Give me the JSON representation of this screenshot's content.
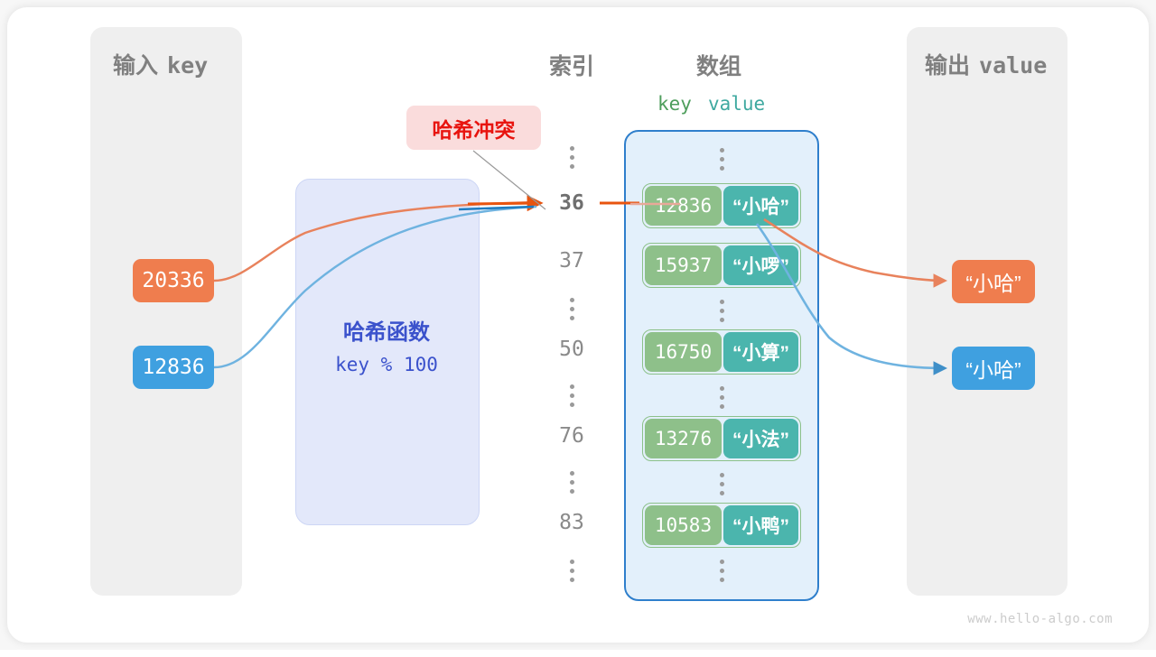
{
  "watermark": "www.hello-algo.com",
  "panels": {
    "input": {
      "title_cn": "输入",
      "title_mono": "key"
    },
    "output": {
      "title_cn": "输出",
      "title_mono": "value"
    }
  },
  "columns": {
    "index_caption": "索引",
    "array_caption": "数组",
    "key_caption": "key",
    "value_caption": "value"
  },
  "collision": {
    "label": "哈希冲突",
    "color": "#e8140f",
    "bg": "#fadcdc"
  },
  "hash_function": {
    "title": "哈希函数",
    "expression": "key % 100",
    "color": "#3b52cc",
    "bg": "#e3e8fa"
  },
  "inputs": [
    {
      "value": "20336",
      "color": "#ef7d4e",
      "theme": "orange"
    },
    {
      "value": "12836",
      "color": "#3fa0e0",
      "theme": "blue"
    }
  ],
  "outputs": [
    {
      "value": "“小哈”",
      "color": "#ef7d4e",
      "theme": "orange"
    },
    {
      "value": "“小哈”",
      "color": "#3fa0e0",
      "theme": "blue"
    }
  ],
  "indices": [
    {
      "label": "36",
      "highlight": true
    },
    {
      "label": "37",
      "highlight": false
    },
    {
      "label": "50",
      "highlight": false
    },
    {
      "label": "76",
      "highlight": false
    },
    {
      "label": "83",
      "highlight": false
    }
  ],
  "buckets": [
    {
      "key": "12836",
      "value": "“小哈”"
    },
    {
      "key": "15937",
      "value": "“小啰”"
    },
    {
      "key": "16750",
      "value": "“小算”"
    },
    {
      "key": "13276",
      "value": "“小法”"
    },
    {
      "key": "10583",
      "value": "“小鸭”"
    }
  ],
  "colors": {
    "key_cell": "#8ec08a",
    "value_cell": "#4bb5ad",
    "array_bg": "#e3f0fb",
    "array_border": "#2f7fcc",
    "panel_bg": "#efefef",
    "orange": "#ef7d4e",
    "blue": "#3fa0e0"
  }
}
